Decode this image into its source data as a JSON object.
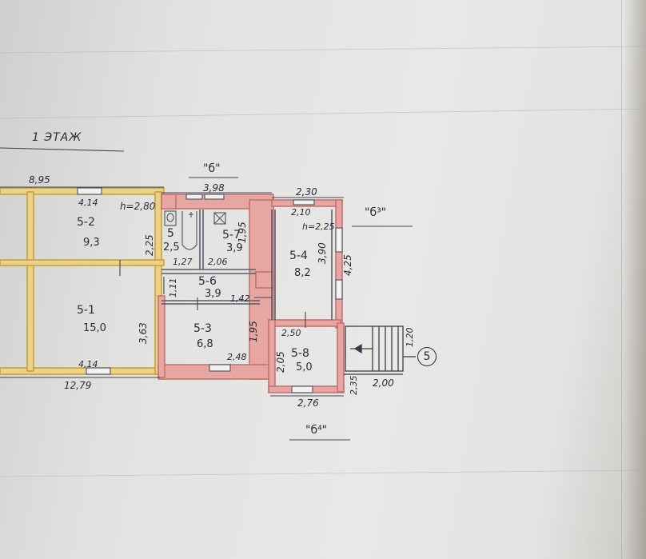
{
  "floor_title": "1 ЭТАЖ",
  "sections": {
    "b": "\"б\"",
    "b3": "\"б³\"",
    "b4": "\"б⁴\""
  },
  "rooms": {
    "r5_1": {
      "no": "5-1",
      "area": "15,0"
    },
    "r5_2": {
      "no": "5-2",
      "area": "9,3"
    },
    "r5": {
      "no": "5",
      "area": "2,5"
    },
    "r5_7": {
      "no": "5-7",
      "area": "3,9"
    },
    "r5_6": {
      "no": "5-6",
      "area": "3,9"
    },
    "r5_3": {
      "no": "5-3",
      "area": "6,8"
    },
    "r5_4": {
      "no": "5-4",
      "area": "8,2"
    },
    "r5_8": {
      "no": "5-8",
      "area": "5,0"
    }
  },
  "heights": {
    "h1": "h=2,80",
    "h2": "h=2,25"
  },
  "dimensions": {
    "d8_95": "8,95",
    "d4_14_top": "4,14",
    "d3_98": "3,98",
    "d2_30": "2,30",
    "d2_10": "2,10",
    "d2_25": "2,25",
    "d1_95_a": "1,95",
    "d3_90": "3,90",
    "d4_25": "4,25",
    "d1_27": "1,27",
    "d2_06": "2,06",
    "d1_11": "1,11",
    "d1_42": "1,42",
    "d3_63": "3,63",
    "d1_95_b": "1,95",
    "d2_48": "2,48",
    "d2_50": "2,50",
    "d2_05": "2,05",
    "d1_20": "1,20",
    "d4_14_bot": "4,14",
    "d12_79": "12,79",
    "d2_76": "2,76",
    "d2_35": "2,35",
    "d2_00": "2,00"
  },
  "building_number": "5",
  "colors": {
    "ink": "#2b2b38",
    "wall_yellow": "#d9b24a",
    "wall_pink": "#d98484",
    "wall_fill_pink": "#e6a7a3",
    "pencil": "#6b6b78"
  }
}
